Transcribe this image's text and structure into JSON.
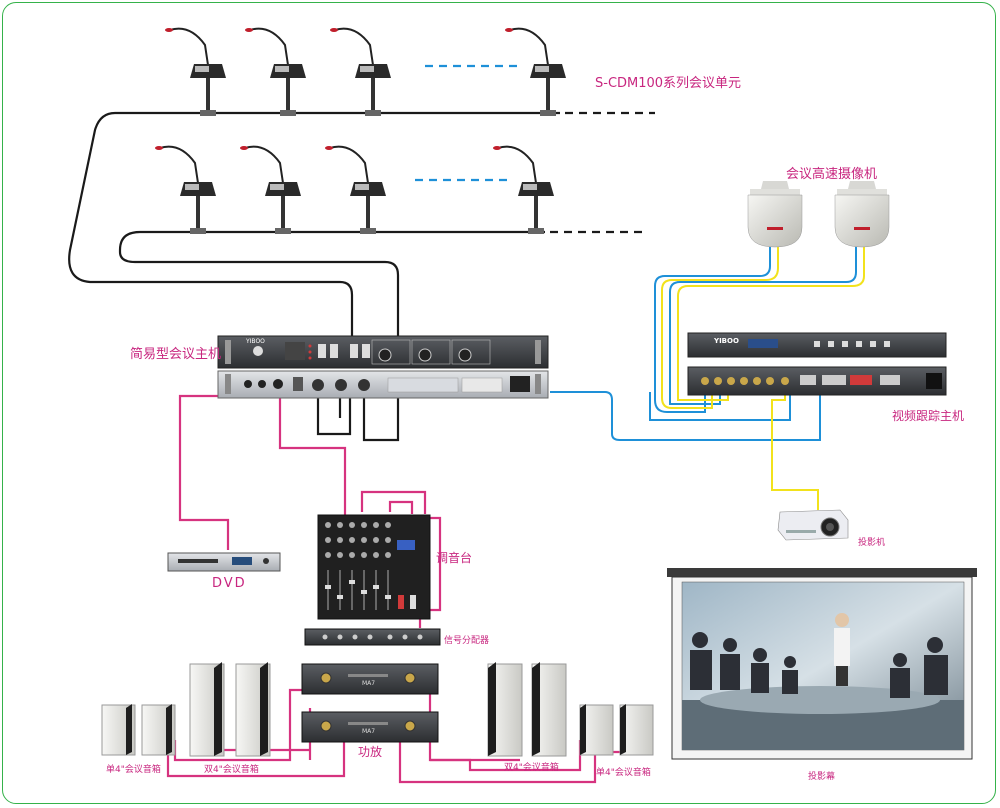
{
  "labels": {
    "conference_units": "S-CDM100系列会议单元",
    "cameras": "会议高速摄像机",
    "main_unit": "简易型会议主机",
    "tracking_host": "视频跟踪主机",
    "mixer": "调音台",
    "dvd": "DVD",
    "splitter": "信号分配器",
    "projector": "投影机",
    "amplifier": "功放",
    "speakers_left_small": "单4\"会议音箱",
    "speakers_left_large": "双4\"会议音箱",
    "speakers_right_large": "双4\"会议音箱",
    "speakers_right_small": "单4\"会议音箱",
    "screen": "投影幕",
    "brand": "YIBOO",
    "amp_model": "MA7"
  },
  "colors": {
    "frame": "#35b24a",
    "label": "#c8267f",
    "cable_black": "#1a1a1a",
    "cable_pink": "#d6337f",
    "cable_blue": "#1e90d8",
    "cable_yellow": "#f2e21c"
  }
}
